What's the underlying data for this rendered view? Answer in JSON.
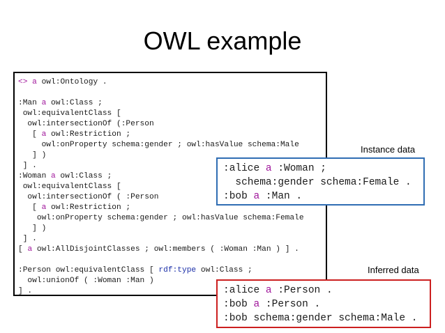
{
  "slide": {
    "title": "OWL example",
    "instance_label": "Instance data",
    "inferred_label": "Inferred data"
  },
  "colors": {
    "keyword": "#a0169b",
    "term": "#1b2fa8",
    "instance_border": "#2f6db3",
    "inferred_border": "#cc1f1f"
  },
  "ontology_code": [
    [
      {
        "t": "<> ",
        "c": "kw"
      },
      {
        "t": "a",
        "c": "kw"
      },
      {
        "t": " owl:Ontology .",
        "c": ""
      }
    ],
    [],
    [
      {
        "t": ":Man ",
        "c": ""
      },
      {
        "t": "a",
        "c": "kw"
      },
      {
        "t": " owl:Class ;",
        "c": ""
      }
    ],
    [
      {
        "t": " owl:equivalentClass [",
        "c": ""
      }
    ],
    [
      {
        "t": "  owl:intersectionOf (:Person",
        "c": ""
      }
    ],
    [
      {
        "t": "   [ ",
        "c": ""
      },
      {
        "t": "a",
        "c": "kw"
      },
      {
        "t": " owl:Restriction ;",
        "c": ""
      }
    ],
    [
      {
        "t": "     owl:onProperty schema:gender ; owl:hasValue schema:Male",
        "c": ""
      }
    ],
    [
      {
        "t": "   ] )",
        "c": ""
      }
    ],
    [
      {
        "t": " ] .",
        "c": ""
      }
    ],
    [
      {
        "t": ":Woman ",
        "c": ""
      },
      {
        "t": "a",
        "c": "kw"
      },
      {
        "t": " owl:Class ;",
        "c": ""
      }
    ],
    [
      {
        "t": " owl:equivalentClass [",
        "c": ""
      }
    ],
    [
      {
        "t": "  owl:intersectionOf ( :Person",
        "c": ""
      }
    ],
    [
      {
        "t": "   [ ",
        "c": ""
      },
      {
        "t": "a",
        "c": "kw"
      },
      {
        "t": " owl:Restriction ;",
        "c": ""
      }
    ],
    [
      {
        "t": "    owl:onProperty schema:gender ; owl:hasValue schema:Female",
        "c": ""
      }
    ],
    [
      {
        "t": "   ] )",
        "c": ""
      }
    ],
    [
      {
        "t": " ] .",
        "c": ""
      }
    ],
    [
      {
        "t": "[ ",
        "c": ""
      },
      {
        "t": "a",
        "c": "kw"
      },
      {
        "t": " owl:AllDisjointClasses ; owl:members ( :Woman :Man ) ] .",
        "c": ""
      }
    ],
    [],
    [
      {
        "t": ":Person owl:equivalentClass [ ",
        "c": ""
      },
      {
        "t": "rdf:type",
        "c": "uri"
      },
      {
        "t": " owl:Class ;",
        "c": ""
      }
    ],
    [
      {
        "t": "  owl:unionOf ( :Woman :Man )",
        "c": ""
      }
    ],
    [
      {
        "t": "] .",
        "c": ""
      }
    ]
  ],
  "instance_code": [
    [
      {
        "t": ":alice ",
        "c": ""
      },
      {
        "t": "a",
        "c": "kw"
      },
      {
        "t": " :Woman ;",
        "c": ""
      }
    ],
    [
      {
        "t": "  schema:gender schema:Female .",
        "c": ""
      }
    ],
    [
      {
        "t": ":bob ",
        "c": ""
      },
      {
        "t": "a",
        "c": "kw"
      },
      {
        "t": " :Man .",
        "c": ""
      }
    ]
  ],
  "inferred_code": [
    [
      {
        "t": ":alice ",
        "c": ""
      },
      {
        "t": "a",
        "c": "kw"
      },
      {
        "t": " :Person .",
        "c": ""
      }
    ],
    [
      {
        "t": ":bob ",
        "c": ""
      },
      {
        "t": "a",
        "c": "kw"
      },
      {
        "t": " :Person .",
        "c": ""
      }
    ],
    [
      {
        "t": ":bob schema:gender schema:Male .",
        "c": ""
      }
    ]
  ]
}
